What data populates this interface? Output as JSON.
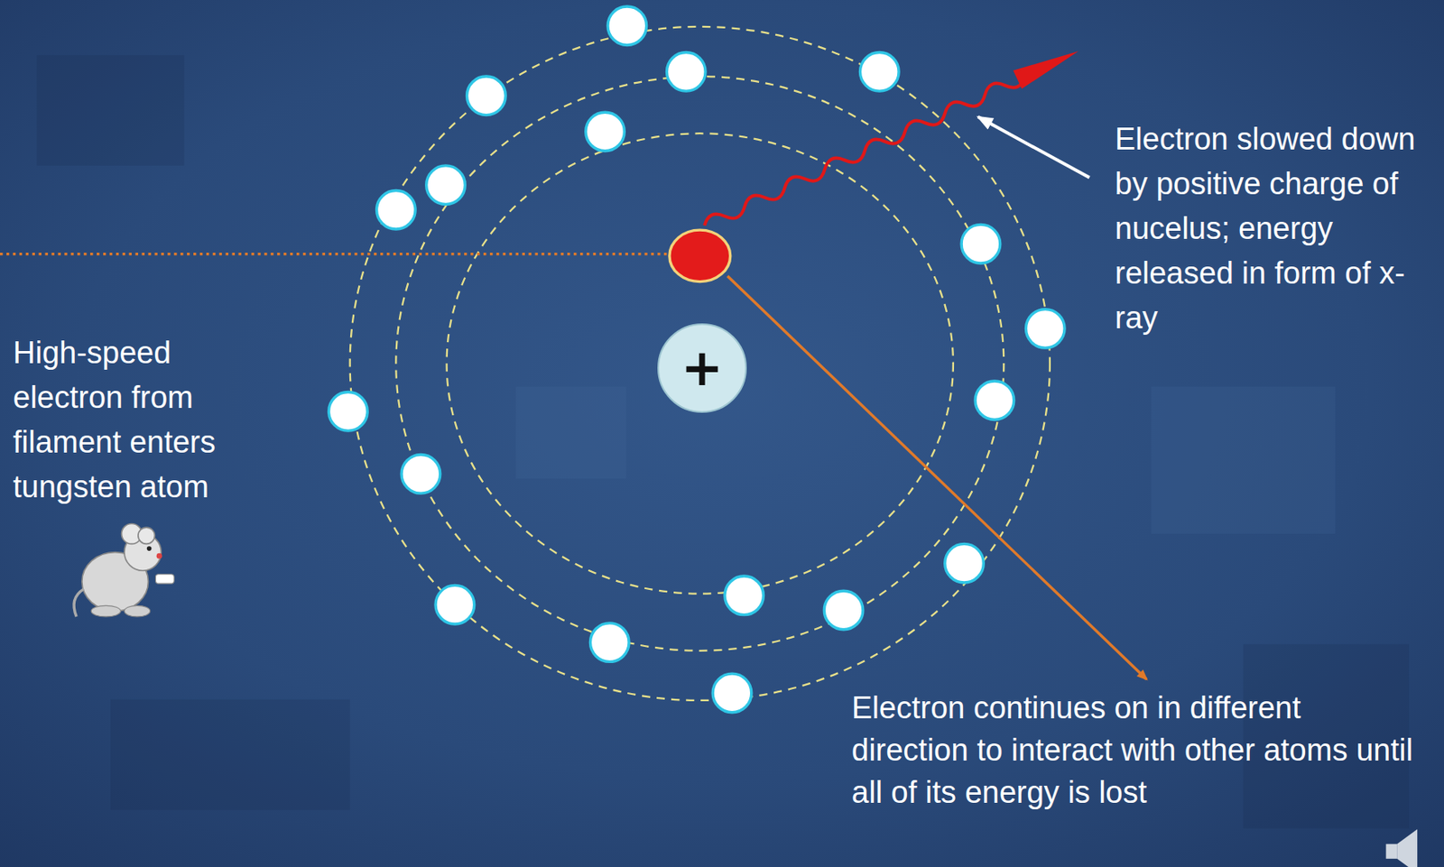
{
  "diagram": {
    "nodes": [
      {
        "text": [
          "+"
        ]
      }
    ],
    "labels": [
      "High-speed electron from filament enters tungsten atom",
      "Electron slowed down by positive charge of nucelus; energy released in form of x-ray",
      "Electron continues on in different direction to interact with other atoms until all of its energy is lost"
    ]
  }
}
